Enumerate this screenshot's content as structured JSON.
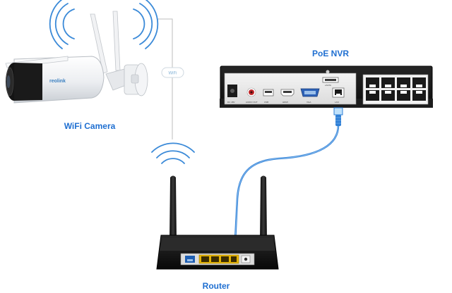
{
  "labels": {
    "camera": "WiFi Camera",
    "nvr": "PoE NVR",
    "router": "Router",
    "wifi_link": "WiFi",
    "camera_brand": "reolink"
  },
  "nvr_port_labels": {
    "dc": "DC 48V",
    "audio": "AUDIO OUT",
    "usb": "USB",
    "hdmi": "HDMI",
    "vga": "VGA",
    "esata": "eSATA",
    "lan": "LAN"
  },
  "colors": {
    "label_blue": "#1f6fd1",
    "cable_blue": "#2f7fd6",
    "wave_blue": "#3b8ad8",
    "router_port_yellow": "#e5b300",
    "device_black": "#141414"
  }
}
